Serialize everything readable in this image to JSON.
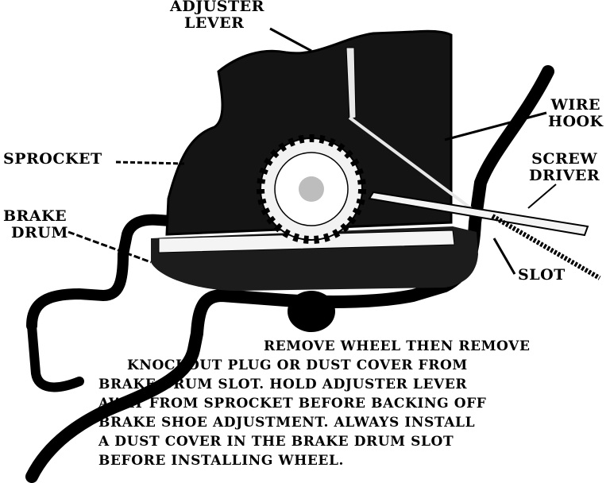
{
  "labels": {
    "adjuster_lever": [
      "ADJUSTER",
      "LEVER"
    ],
    "wire_hook": [
      "WIRE",
      "HOOK"
    ],
    "sprocket": "SPROCKET",
    "screw_driver": [
      "SCREW",
      "DRIVER"
    ],
    "brake_drum": [
      "BRAKE",
      "DRUM"
    ],
    "slot": "SLOT"
  },
  "caption": {
    "lines": [
      "REMOVE WHEEL THEN REMOVE",
      "KNOCKOUT PLUG OR DUST COVER FROM",
      "BRAKE DRUM SLOT.  HOLD ADJUSTER LEVER",
      "AWAY FROM SPROCKET BEFORE BACKING OFF",
      "BRAKE SHOE ADJUSTMENT.  ALWAYS INSTALL",
      "A DUST COVER IN THE BRAKE DRUM SLOT",
      "BEFORE INSTALLING WHEEL."
    ]
  }
}
